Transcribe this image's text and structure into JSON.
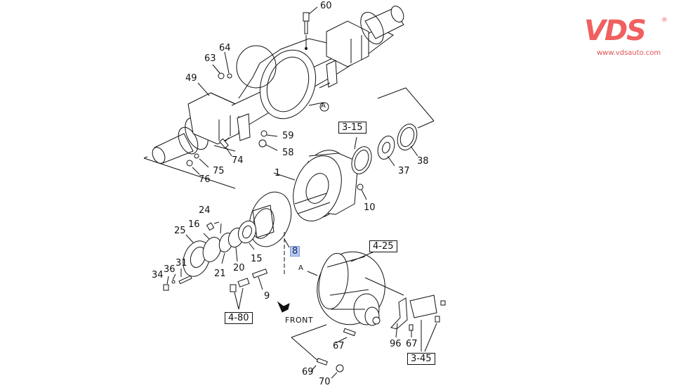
{
  "brand": {
    "logo_text": "VDS",
    "registered_mark": "®",
    "url": "www.vdsauto.com",
    "color": "#f06060"
  },
  "diagram": {
    "title": "Rear axle housing and differential exploded view",
    "highlight_color": "#b9c9ee",
    "callouts": {
      "c60": "60",
      "c64": "64",
      "c63": "63",
      "c49": "49",
      "cA1": "A",
      "c59": "59",
      "c58": "58",
      "c74": "74",
      "c75": "75",
      "c76": "76",
      "c1": "1",
      "c10": "10",
      "c37": "37",
      "c38": "38",
      "c24": "24",
      "c16": "16",
      "c25": "25",
      "c15": "15",
      "c20": "20",
      "c21": "21",
      "c31": "31",
      "c36": "36",
      "c34": "34",
      "c8": "8",
      "c9": "9",
      "cA2": "A",
      "c67a": "67",
      "c67b": "67",
      "c96": "96",
      "c69": "69",
      "c70": "70"
    },
    "references": {
      "r315": "3-15",
      "r425": "4-25",
      "r480": "4-80",
      "r345": "3-45"
    },
    "front_label": "FRONT",
    "selected_part": "8"
  }
}
